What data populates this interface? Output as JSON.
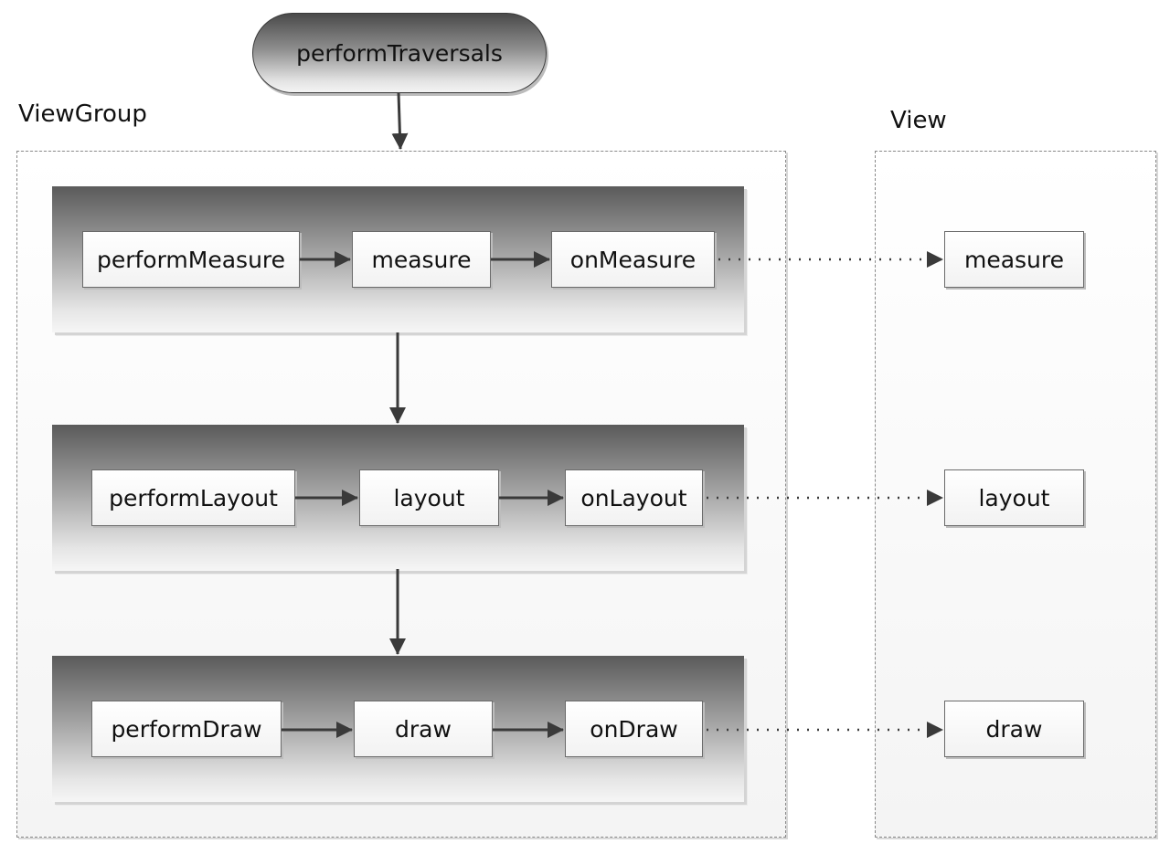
{
  "start_node": "performTraversals",
  "viewgroup": {
    "label": "ViewGroup",
    "measure_phase": {
      "step1": "performMeasure",
      "step2": "measure",
      "step3": "onMeasure"
    },
    "layout_phase": {
      "step1": "performLayout",
      "step2": "layout",
      "step3": "onLayout"
    },
    "draw_phase": {
      "step1": "performDraw",
      "step2": "draw",
      "step3": "onDraw"
    }
  },
  "view": {
    "label": "View",
    "measure": "measure",
    "layout": "layout",
    "draw": "draw"
  }
}
